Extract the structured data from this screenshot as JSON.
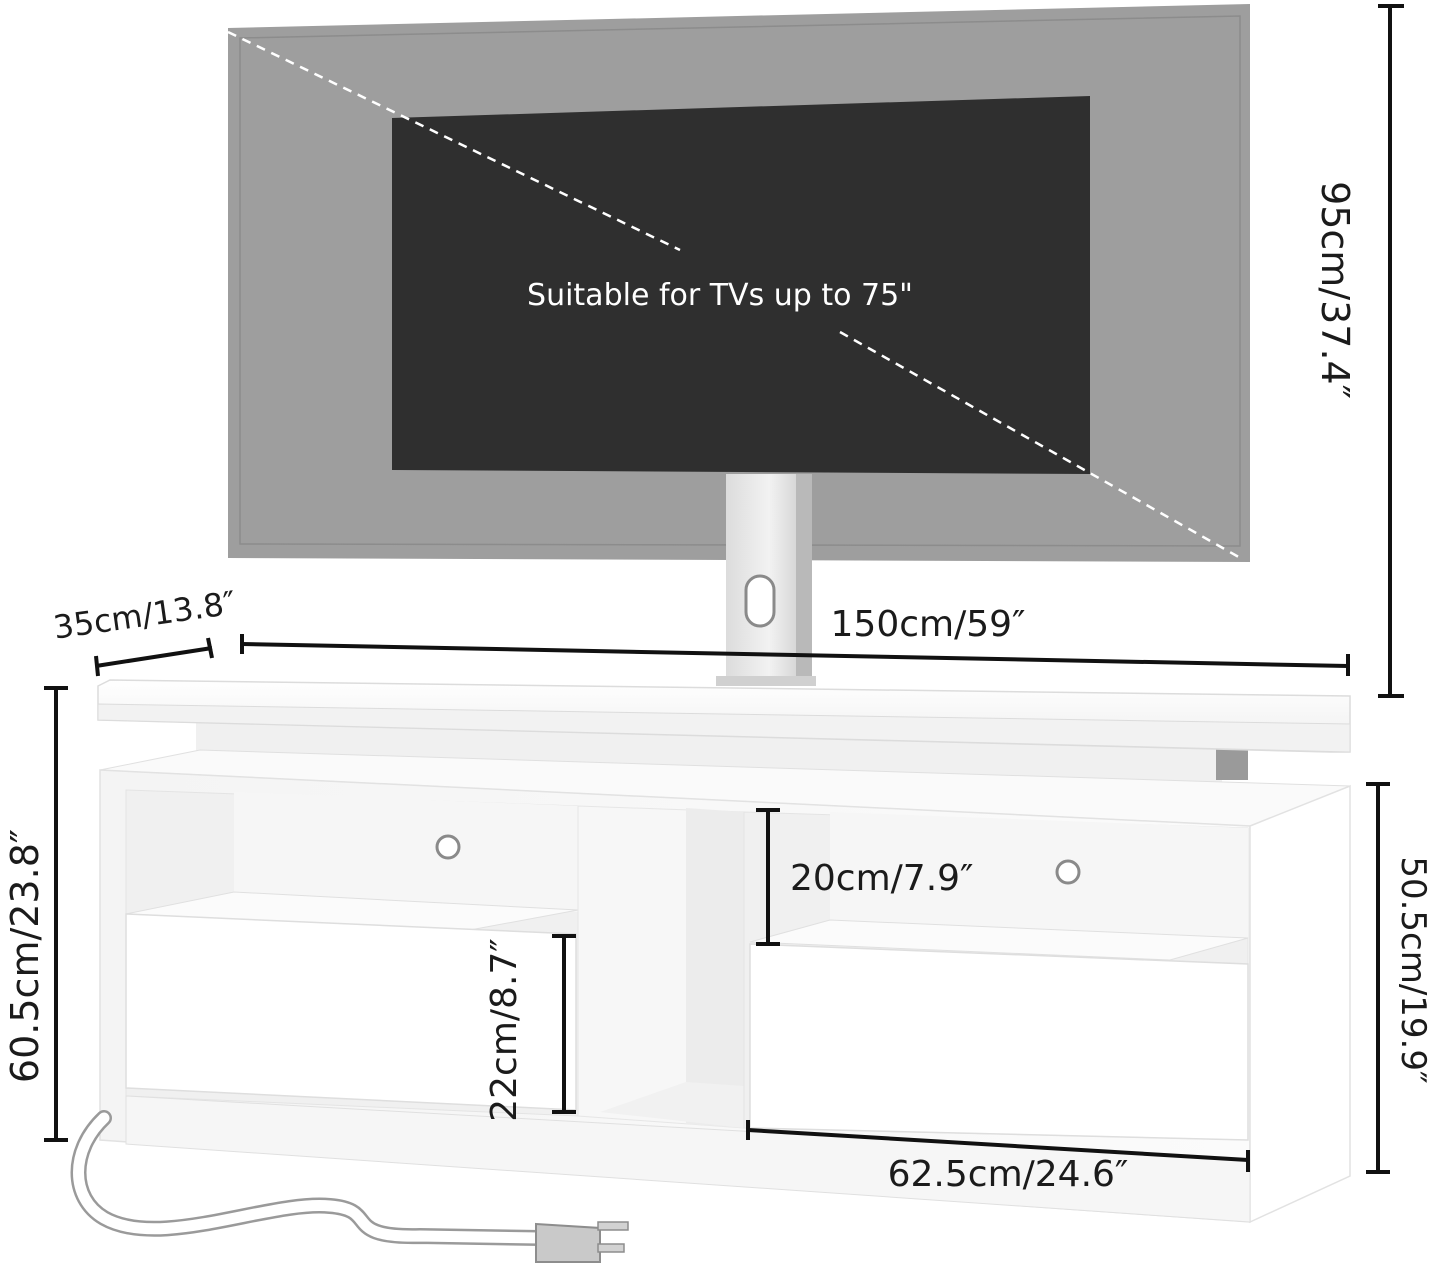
{
  "tv": {
    "caption": "Suitable for TVs up to 75\""
  },
  "dimensions": {
    "total_height": "95cm/37.4″",
    "depth": "35cm/13.8″",
    "width": "150cm/59″",
    "stand_height_left": "60.5cm/23.8″",
    "cabinet_height_right": "50.5cm/19.9″",
    "upper_shelf_height": "20cm/7.9″",
    "drawer_height": "22cm/8.7″",
    "drawer_width": "62.5cm/24.6″"
  },
  "colors": {
    "tv_frame": "#9e9e9e",
    "tv_screen": "#2e2e2e",
    "cabinet": "#f7f7f7",
    "dimension_line": "#111111"
  }
}
